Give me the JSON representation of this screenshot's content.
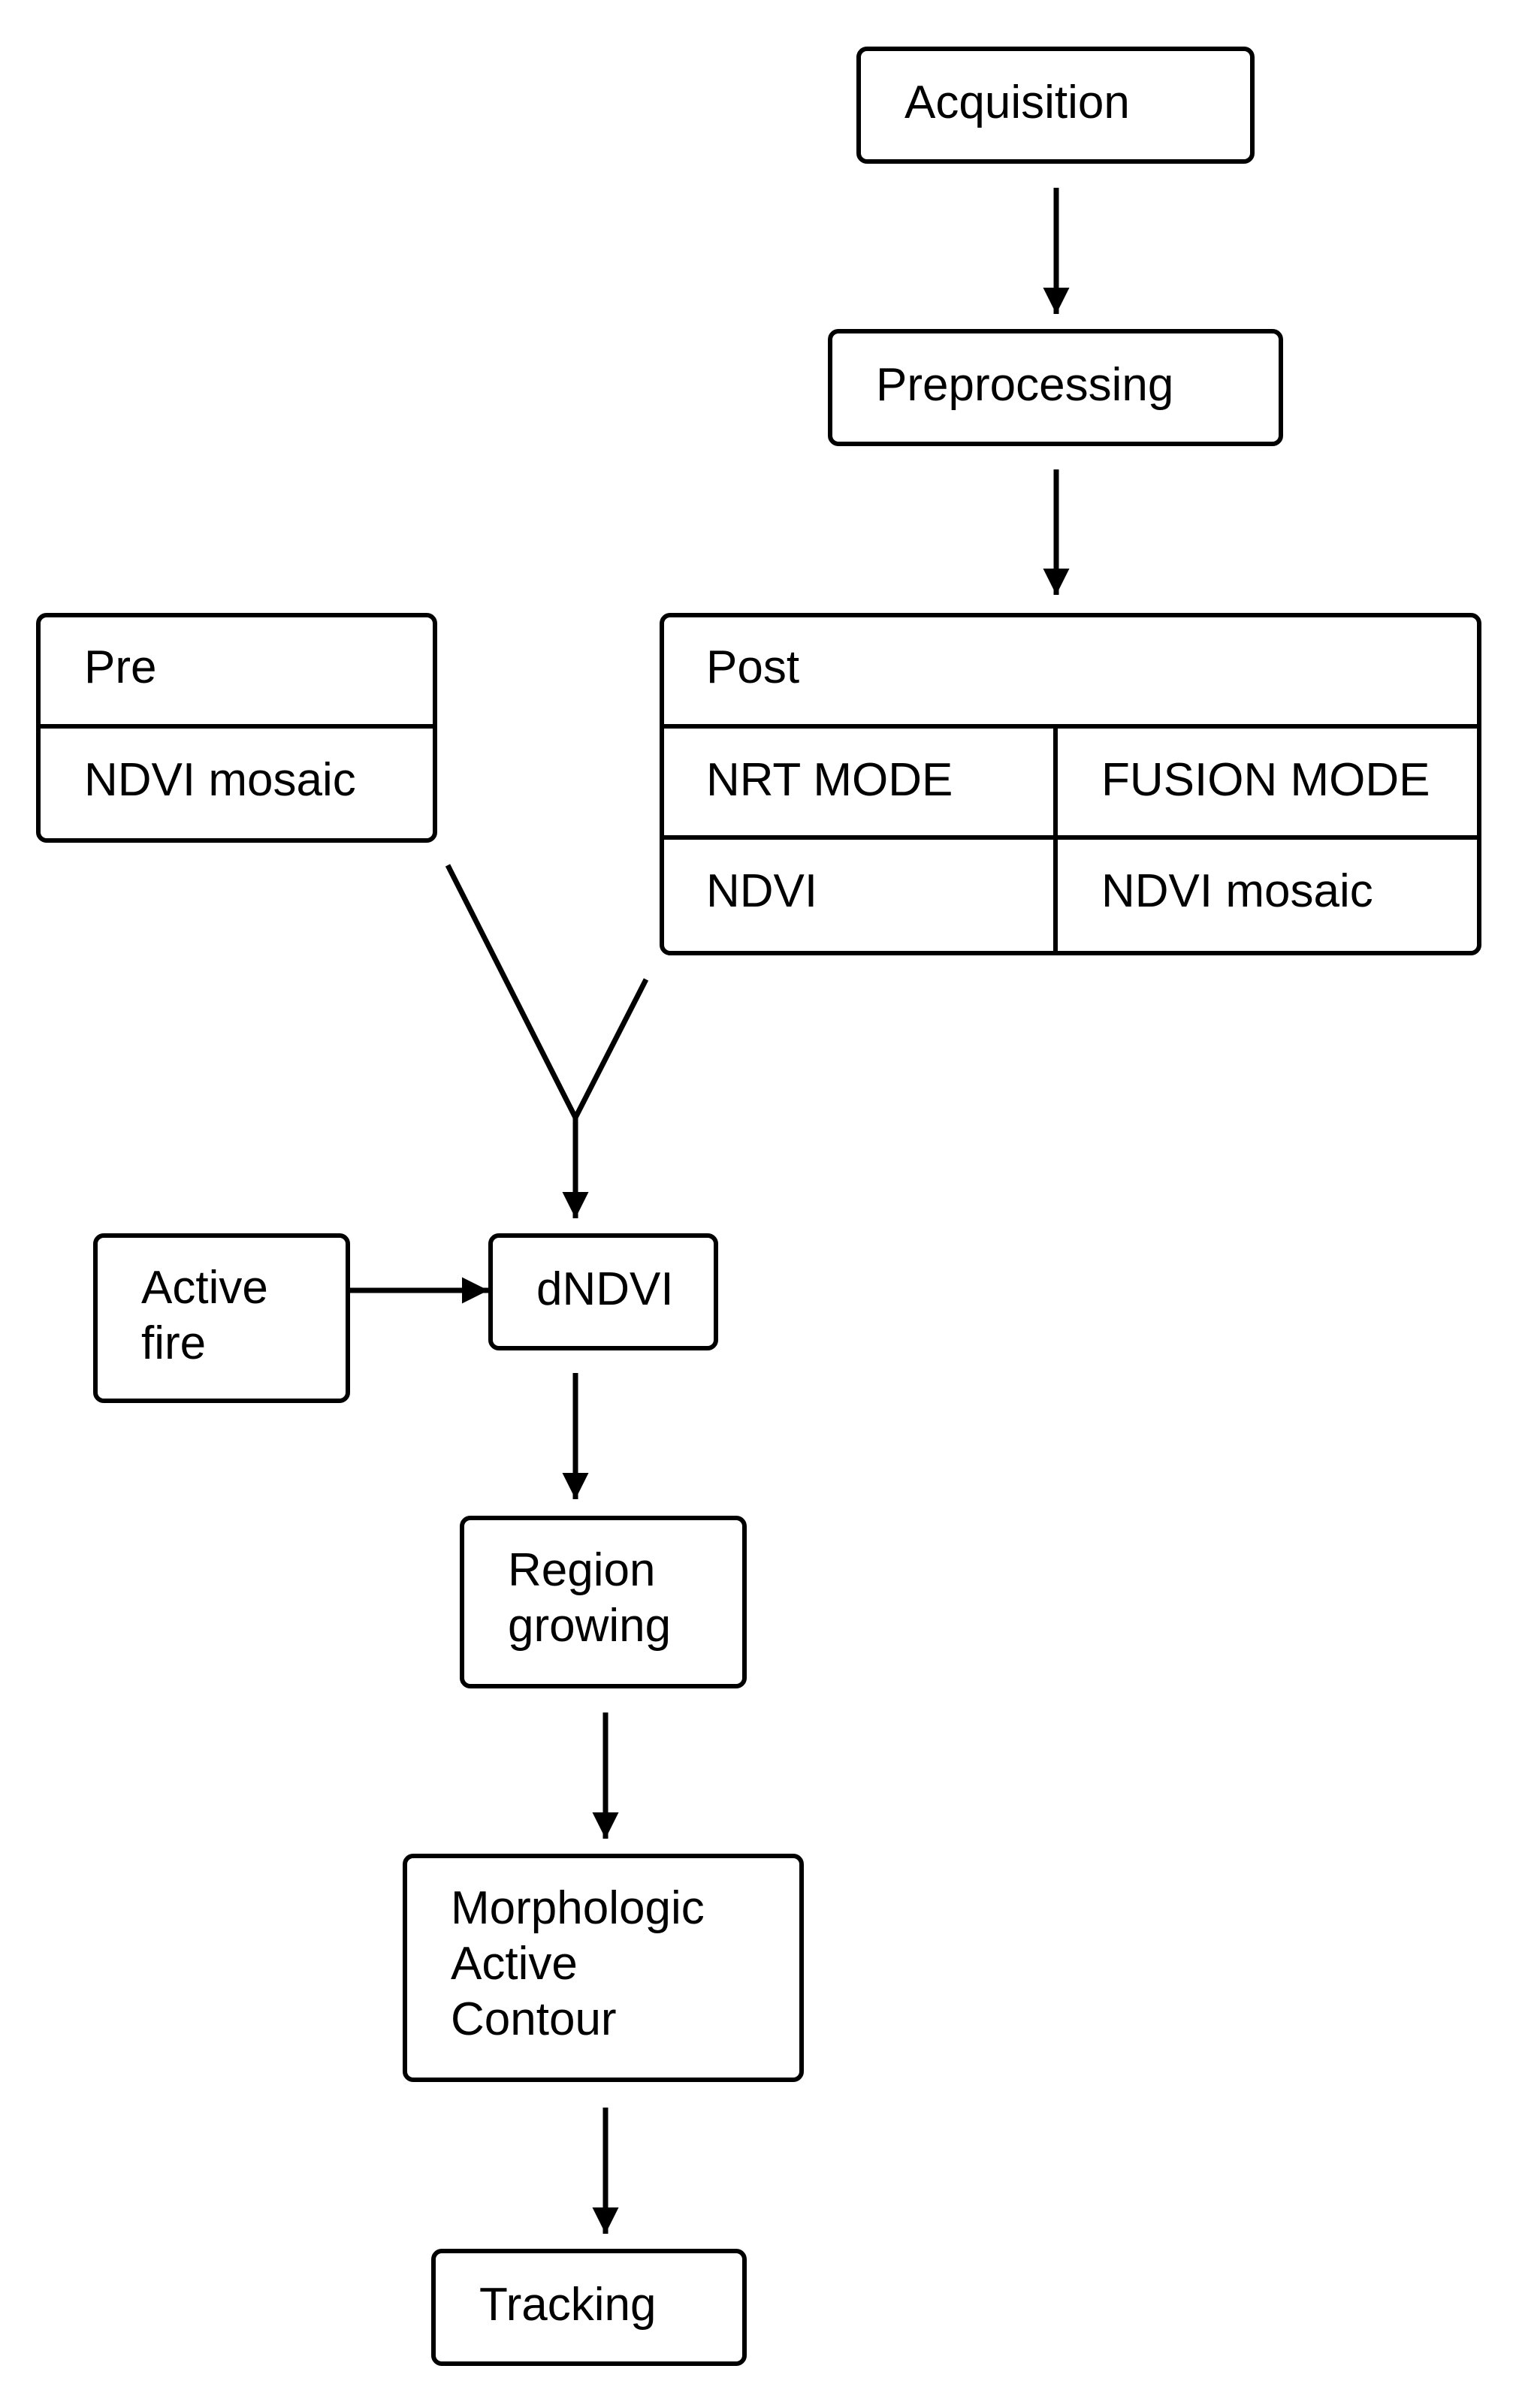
{
  "diagram": {
    "acquisition": "Acquisition",
    "preprocessing": "Preprocessing",
    "pre": {
      "title": "Pre",
      "product": "NDVI  mosaic"
    },
    "post": {
      "title": "Post",
      "nrt_mode": "NRT MODE",
      "fusion_mode": "FUSION MODE",
      "nrt_product": "NDVI",
      "fusion_product": "NDVI  mosaic"
    },
    "active_fire": [
      "Active",
      "fire"
    ],
    "dndvi": "dNDVI",
    "region_growing": [
      "Region",
      "growing"
    ],
    "morphologic_active_contour": [
      "Morphologic",
      "Active",
      "Contour"
    ],
    "tracking": "Tracking"
  }
}
